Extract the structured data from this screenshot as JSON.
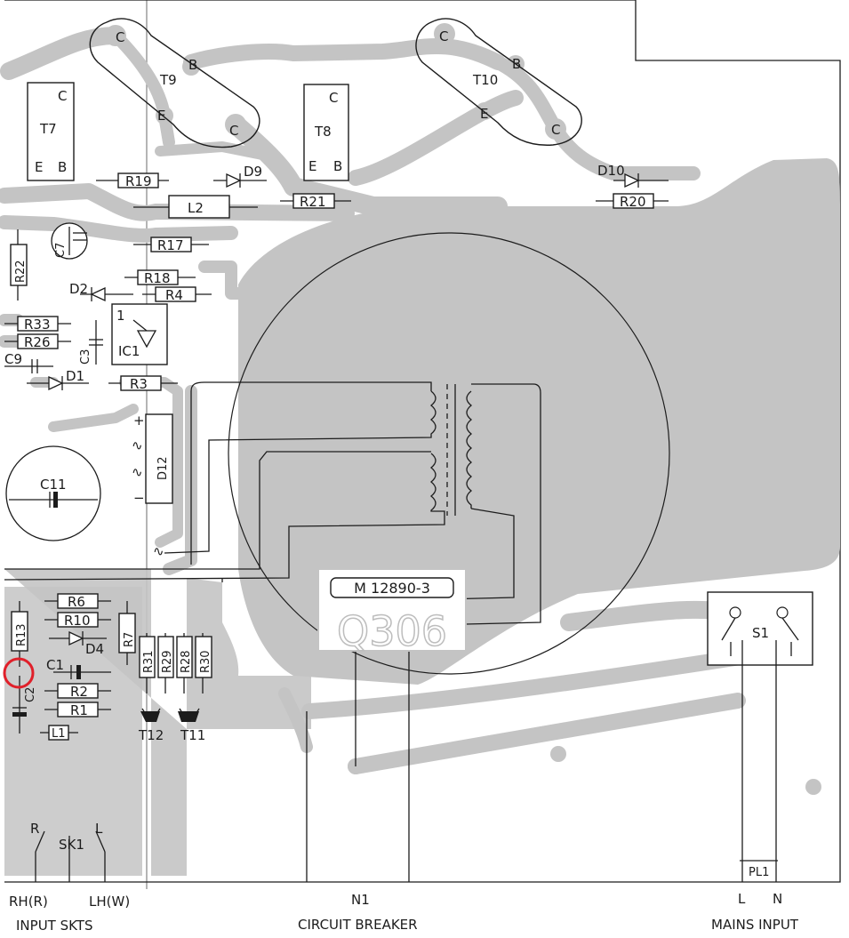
{
  "components": {
    "T7": {
      "label": "T7",
      "pins": [
        "C",
        "E",
        "B"
      ]
    },
    "T8": {
      "label": "T8",
      "pins": [
        "C",
        "E",
        "B"
      ]
    },
    "T9": {
      "label": "T9",
      "pins": [
        "C",
        "B",
        "E",
        "C"
      ]
    },
    "T10": {
      "label": "T10",
      "pins": [
        "C",
        "B",
        "E",
        "C"
      ]
    },
    "R19": "R19",
    "D9": "D9",
    "L2": "L2",
    "R21": "R21",
    "D10": "D10",
    "R20": "R20",
    "C7": "C7",
    "R22": "R22",
    "R17": "R17",
    "R18": "R18",
    "D2": "D2",
    "R4": "R4",
    "R33": "R33",
    "R26": "R26",
    "C3": "C3",
    "IC1": "IC1",
    "IC1_pin": "1",
    "C9": "C9",
    "D1": "D1",
    "R3": "R3",
    "D12": "D12",
    "D12_plus": "+",
    "D12_minus": "−",
    "C11": "C11",
    "R6": "R6",
    "R10": "R10",
    "R13": "R13",
    "D4": "D4",
    "R7": "R7",
    "C1": "C1",
    "C2": "C2",
    "R2": "R2",
    "R1": "R1",
    "L1": "L1",
    "R31": "R31",
    "R29": "R29",
    "R28": "R28",
    "R30": "R30",
    "T12": "T12",
    "T11": "T11",
    "S1": "S1",
    "PL1": "PL1",
    "SK1": "SK1",
    "SK1_R": "R",
    "SK1_L": "L",
    "ac_symbol": "∿"
  },
  "board_marks": {
    "part_number": "M 12890-3",
    "board_code": "Q306"
  },
  "connections": {
    "rh": "RH(R)",
    "lh": "LH(W)",
    "input_skts": "INPUT  SKTS",
    "n1": "N1",
    "circuit_breaker": "CIRCUIT BREAKER",
    "mains_l": "L",
    "mains_n": "N",
    "mains_input": "MAINS INPUT"
  },
  "colors": {
    "copper": "#c4c4c4",
    "ink": "#1c1c1c",
    "paper": "#ffffff",
    "highlight": "#e0202a"
  }
}
